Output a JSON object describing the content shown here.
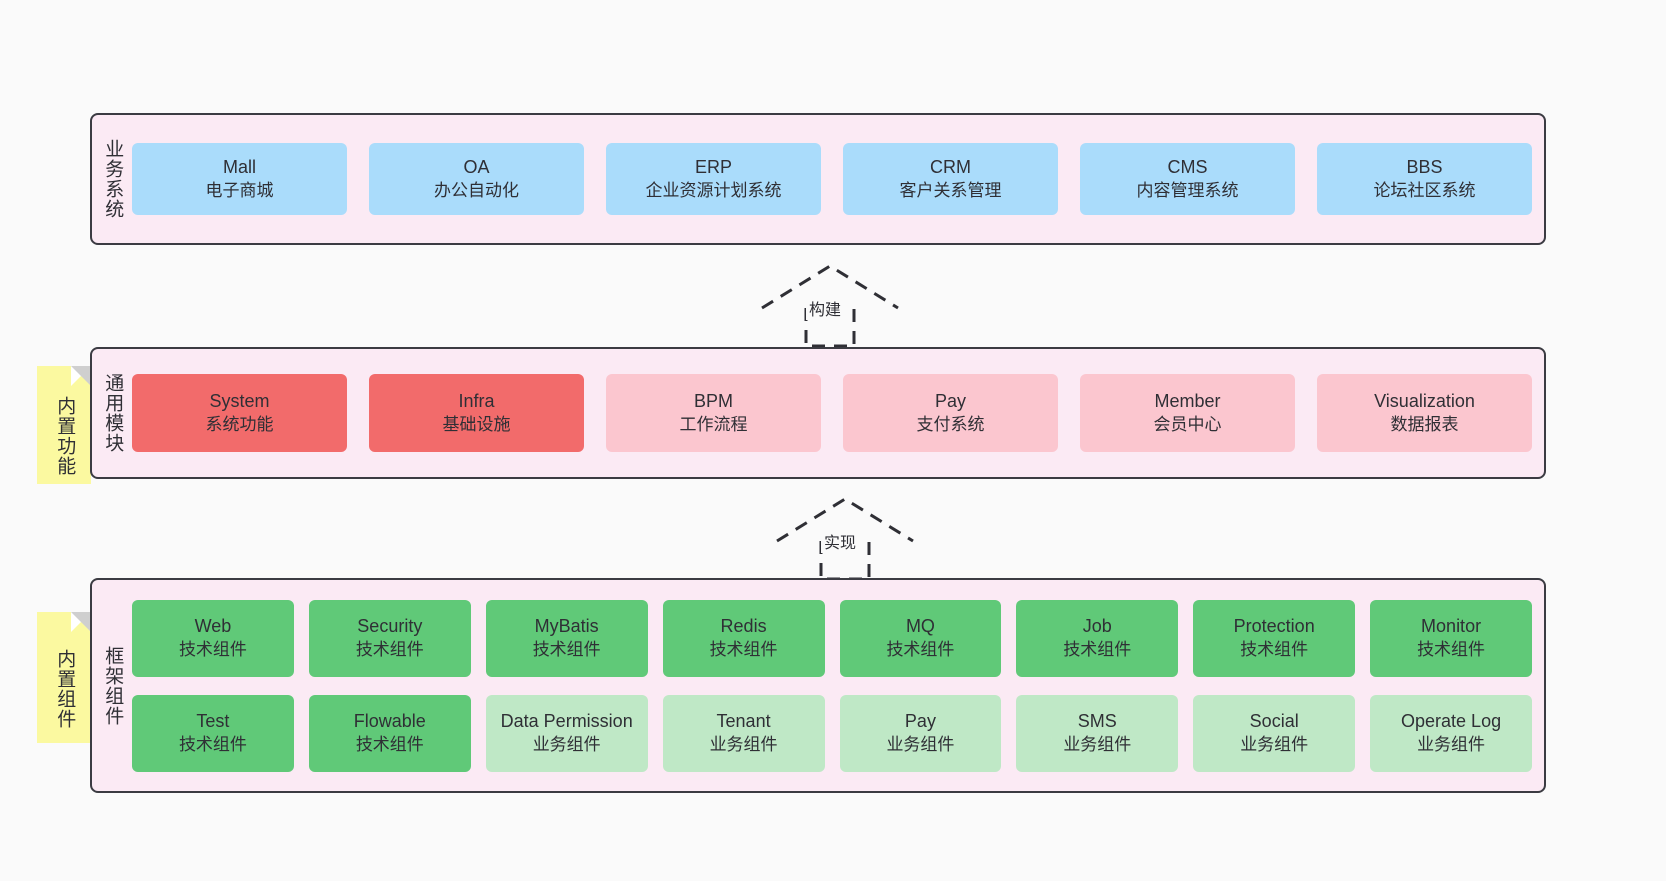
{
  "diagram": {
    "background": "#fafafa",
    "panel_bg": "#fbeaf4",
    "panel_border": "#3b3b42",
    "note_bg": "#fbf9a0"
  },
  "layers": [
    {
      "key": "business",
      "label": "业务系统",
      "note": null,
      "rows": [
        [
          {
            "title": "Mall",
            "subtitle": "电子商城",
            "color": "#aadcfb",
            "style": "c-blue"
          },
          {
            "title": "OA",
            "subtitle": "办公自动化",
            "color": "#aadcfb",
            "style": "c-blue"
          },
          {
            "title": "ERP",
            "subtitle": "企业资源计划系统",
            "color": "#aadcfb",
            "style": "c-blue"
          },
          {
            "title": "CRM",
            "subtitle": "客户关系管理",
            "color": "#aadcfb",
            "style": "c-blue"
          },
          {
            "title": "CMS",
            "subtitle": "内容管理系统",
            "color": "#aadcfb",
            "style": "c-blue"
          },
          {
            "title": "BBS",
            "subtitle": "论坛社区系统",
            "color": "#aadcfb",
            "style": "c-blue"
          }
        ]
      ]
    },
    {
      "key": "common",
      "label": "通用模块",
      "note": "内置功能",
      "rows": [
        [
          {
            "title": "System",
            "subtitle": "系统功能",
            "color": "#f26b6b",
            "style": "c-red"
          },
          {
            "title": "Infra",
            "subtitle": "基础设施",
            "color": "#f26b6b",
            "style": "c-red"
          },
          {
            "title": "BPM",
            "subtitle": "工作流程",
            "color": "#fbc6cf",
            "style": "c-pink"
          },
          {
            "title": "Pay",
            "subtitle": "支付系统",
            "color": "#fbc6cf",
            "style": "c-pink"
          },
          {
            "title": "Member",
            "subtitle": "会员中心",
            "color": "#fbc6cf",
            "style": "c-pink"
          },
          {
            "title": "Visualization",
            "subtitle": "数据报表",
            "color": "#fbc6cf",
            "style": "c-pink"
          }
        ]
      ]
    },
    {
      "key": "framework",
      "label": "框架组件",
      "note": "内置组件",
      "rows": [
        [
          {
            "title": "Web",
            "subtitle": "技术组件",
            "color": "#60c978",
            "style": "c-green"
          },
          {
            "title": "Security",
            "subtitle": "技术组件",
            "color": "#60c978",
            "style": "c-green"
          },
          {
            "title": "MyBatis",
            "subtitle": "技术组件",
            "color": "#60c978",
            "style": "c-green"
          },
          {
            "title": "Redis",
            "subtitle": "技术组件",
            "color": "#60c978",
            "style": "c-green"
          },
          {
            "title": "MQ",
            "subtitle": "技术组件",
            "color": "#60c978",
            "style": "c-green"
          },
          {
            "title": "Job",
            "subtitle": "技术组件",
            "color": "#60c978",
            "style": "c-green"
          },
          {
            "title": "Protection",
            "subtitle": "技术组件",
            "color": "#60c978",
            "style": "c-green"
          },
          {
            "title": "Monitor",
            "subtitle": "技术组件",
            "color": "#60c978",
            "style": "c-green"
          }
        ],
        [
          {
            "title": "Test",
            "subtitle": "技术组件",
            "color": "#60c978",
            "style": "c-green"
          },
          {
            "title": "Flowable",
            "subtitle": "技术组件",
            "color": "#60c978",
            "style": "c-green"
          },
          {
            "title": "Data Permission",
            "subtitle": "业务组件",
            "color": "#bfe8c6",
            "style": "c-lgreen",
            "wrap": true
          },
          {
            "title": "Tenant",
            "subtitle": "业务组件",
            "color": "#bfe8c6",
            "style": "c-lgreen"
          },
          {
            "title": "Pay",
            "subtitle": "业务组件",
            "color": "#bfe8c6",
            "style": "c-lgreen"
          },
          {
            "title": "SMS",
            "subtitle": "业务组件",
            "color": "#bfe8c6",
            "style": "c-lgreen"
          },
          {
            "title": "Social",
            "subtitle": "业务组件",
            "color": "#bfe8c6",
            "style": "c-lgreen"
          },
          {
            "title": "Operate Log",
            "subtitle": "业务组件",
            "color": "#bfe8c6",
            "style": "c-lgreen"
          }
        ]
      ]
    }
  ],
  "connectors": [
    {
      "key": "build",
      "label": "构建"
    },
    {
      "key": "implement",
      "label": "实现"
    }
  ]
}
